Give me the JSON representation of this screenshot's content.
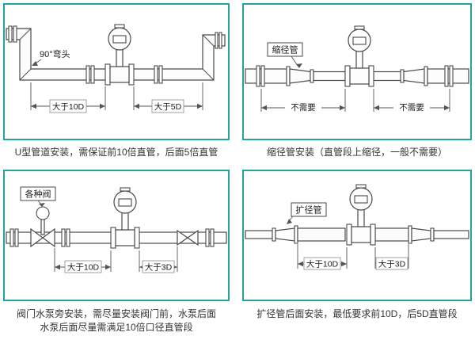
{
  "accent_color": "#27a39e",
  "panels": [
    {
      "callout": "90°弯头",
      "dim_left": "大于10D",
      "dim_right": "大于5D",
      "caption": "U型管道安装，需保证前10倍直管，后面5倍直管"
    },
    {
      "callout": "缩径管",
      "dim_left": "不需要",
      "dim_right": "不需要",
      "caption": "缩径管安装（直管段上缩径，一般不需要）"
    },
    {
      "callout": "各种阀",
      "dim_left": "大于10D",
      "dim_right": "大于3D",
      "caption": "阀门水泵旁安装，需尽量安装阀门前，水泵后面",
      "caption2": "水泵后面尽量需满足10倍口径直管段"
    },
    {
      "callout": "扩径管",
      "dim_left": "大于10D",
      "dim_right": "大于3D",
      "caption": "扩径管后面安装，最低要求前10D，后5D直管段"
    }
  ]
}
